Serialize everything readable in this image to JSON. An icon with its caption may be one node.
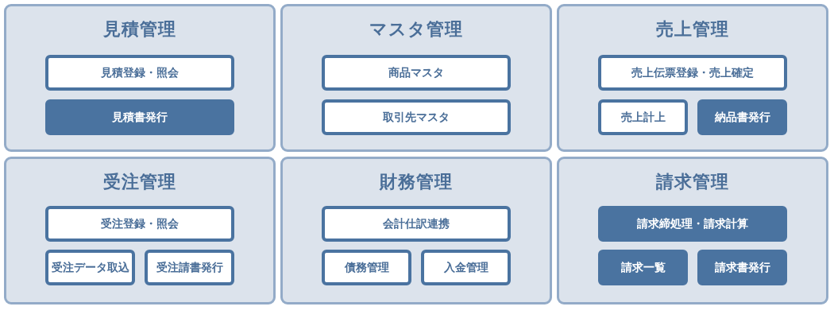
{
  "diagram": {
    "nodes": [
      {
        "text": [
          "見積管理"
        ]
      },
      {
        "text": [
          "見積登録・照会"
        ],
        "in": 0
      },
      {
        "text": [
          "見積書発行"
        ],
        "in": 0
      },
      {
        "text": [
          "マスタ管理"
        ]
      },
      {
        "text": [
          "商品マスタ"
        ],
        "in": 3
      },
      {
        "text": [
          "取引先マスタ"
        ],
        "in": 3
      },
      {
        "text": [
          "売上管理"
        ]
      },
      {
        "text": [
          "売上伝票登録・売上確定"
        ],
        "in": 6
      },
      {
        "text": [
          "売上計上"
        ],
        "in": 6
      },
      {
        "text": [
          "納品書発行"
        ],
        "in": 6
      },
      {
        "text": [
          "受注管理"
        ]
      },
      {
        "text": [
          "受注登録・照会"
        ],
        "in": 10
      },
      {
        "text": [
          "受注データ取込"
        ],
        "in": 10
      },
      {
        "text": [
          "受注請書発行"
        ],
        "in": 10
      },
      {
        "text": [
          "財務管理"
        ]
      },
      {
        "text": [
          "会計仕訳連携"
        ],
        "in": 14
      },
      {
        "text": [
          "債務管理"
        ],
        "in": 14
      },
      {
        "text": [
          "入金管理"
        ],
        "in": 14
      },
      {
        "text": [
          "請求管理"
        ]
      },
      {
        "text": [
          "請求締処理・請求計算"
        ],
        "in": 18
      },
      {
        "text": [
          "請求一覧"
        ],
        "in": 18
      },
      {
        "text": [
          "請求書発行"
        ],
        "in": 18
      }
    ]
  }
}
